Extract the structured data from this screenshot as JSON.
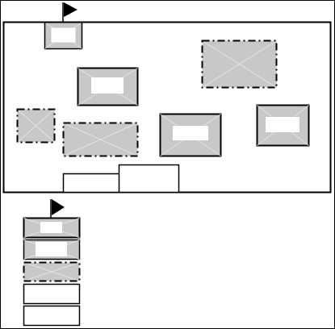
{
  "colors": {
    "background": "#ffffff",
    "outline": "#000000",
    "fill": "#c8c8c8",
    "inner_fill": "#ffffff",
    "hatch": "#e2e2e2"
  },
  "icons": {
    "top_marker": "flag-icon",
    "legend_marker": "flag-icon"
  },
  "diagram": {
    "canvas": {
      "shapes": [
        {
          "name": "framed-box",
          "style": "solid-frame"
        },
        {
          "name": "framed-box",
          "style": "solid-frame"
        },
        {
          "name": "dashed-box",
          "style": "dashed"
        },
        {
          "name": "dashed-box",
          "style": "dashed"
        },
        {
          "name": "dashed-box",
          "style": "dashed"
        },
        {
          "name": "framed-box",
          "style": "solid-frame"
        },
        {
          "name": "framed-box",
          "style": "solid-frame"
        },
        {
          "name": "empty-box",
          "style": "empty"
        },
        {
          "name": "empty-box",
          "style": "empty"
        }
      ]
    },
    "legend": {
      "items": [
        {
          "name": "legend-thick-frame",
          "style": "thick-frame"
        },
        {
          "name": "legend-thin-frame",
          "style": "thin-frame"
        },
        {
          "name": "legend-dashed",
          "style": "dashed"
        },
        {
          "name": "legend-empty",
          "style": "empty"
        },
        {
          "name": "legend-empty",
          "style": "empty"
        }
      ]
    }
  }
}
